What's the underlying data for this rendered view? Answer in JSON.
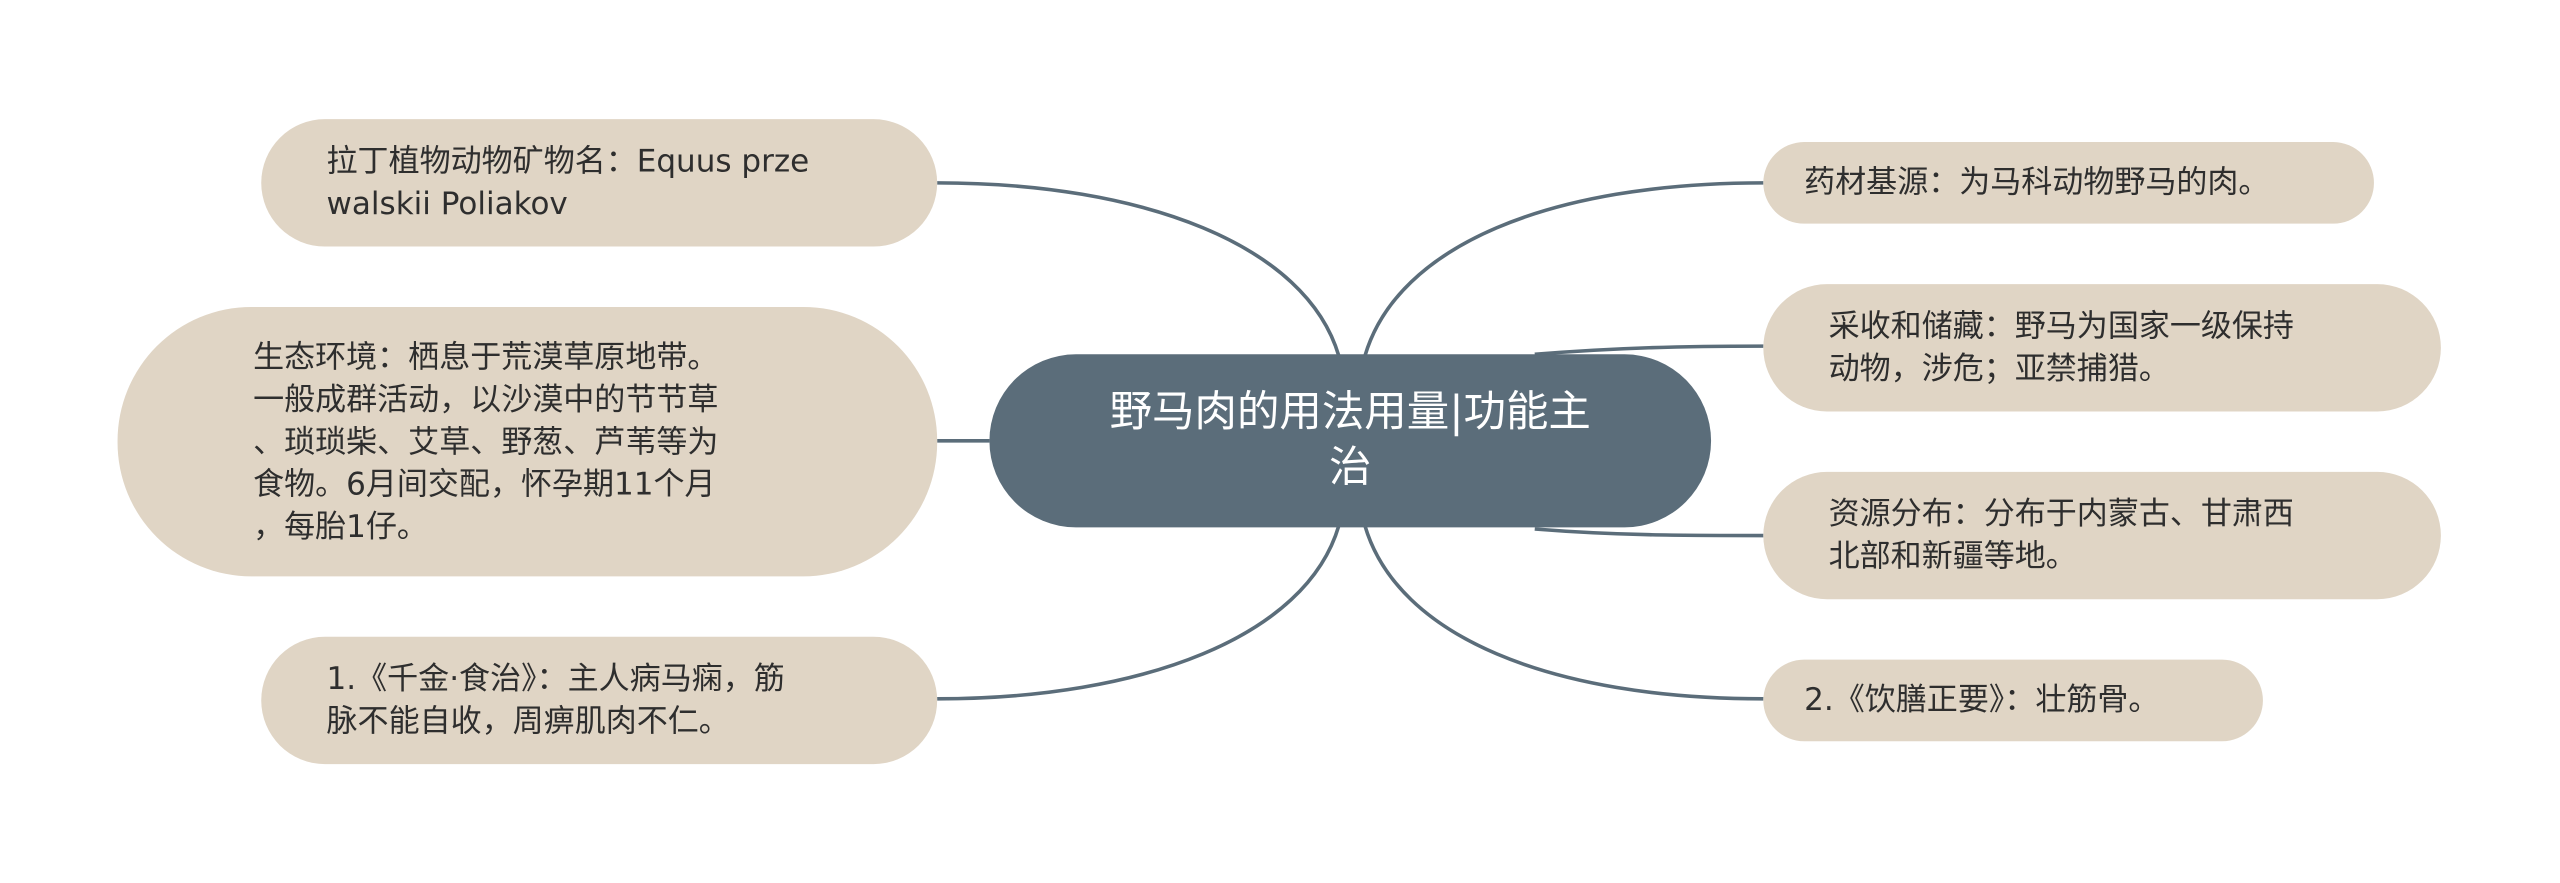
{
  "colors": {
    "center_fill": "#5b6d7a",
    "branch_fill": "#e0d5c5",
    "link_stroke": "#5b6d7a",
    "text_dark": "#2e2e2e",
    "text_light": "#ffffff"
  },
  "center": {
    "text": "野马肉的用法用量|功能主\n治"
  },
  "left": [
    {
      "id": "latin-name",
      "text": "拉丁植物动物矿物名：Equus prze\nwalskii Poliakov"
    },
    {
      "id": "habitat",
      "text": "生态环境：栖息于荒漠草原地带。\n一般成群活动，以沙漠中的节节草\n、琐琐柴、艾草、野葱、芦苇等为\n食物。6月间交配，怀孕期11个月\n，每胎1仔。"
    },
    {
      "id": "qianjin",
      "text": "1.《千金·食治》：主人病马痫，筋\n脉不能自收，周痹肌肉不仁。"
    }
  ],
  "right": [
    {
      "id": "source",
      "text": "药材基源：为马科动物野马的肉。"
    },
    {
      "id": "harvest",
      "text": "采收和储藏：野马为国家一级保持\n动物，涉危；亚禁捕猎。"
    },
    {
      "id": "distribution",
      "text": "资源分布：分布于内蒙古、甘肃西\n北部和新疆等地。"
    },
    {
      "id": "yinshan",
      "text": "2.《饮膳正要》：壮筋骨。"
    }
  ]
}
